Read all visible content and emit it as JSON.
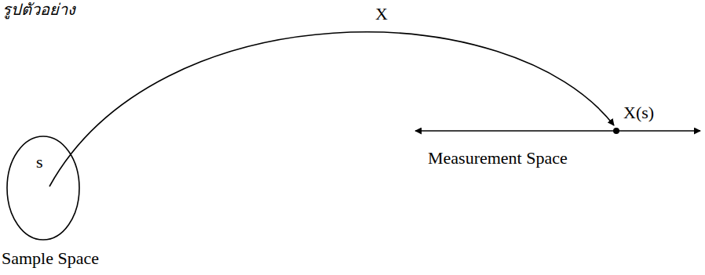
{
  "diagram": {
    "nodes": [
      {
        "text": [
          "s",
          "Sample Space"
        ]
      }
    ],
    "labels": [
      "รูปตัวอย่าง",
      "X",
      "X(s)",
      "Measurement Space"
    ]
  }
}
